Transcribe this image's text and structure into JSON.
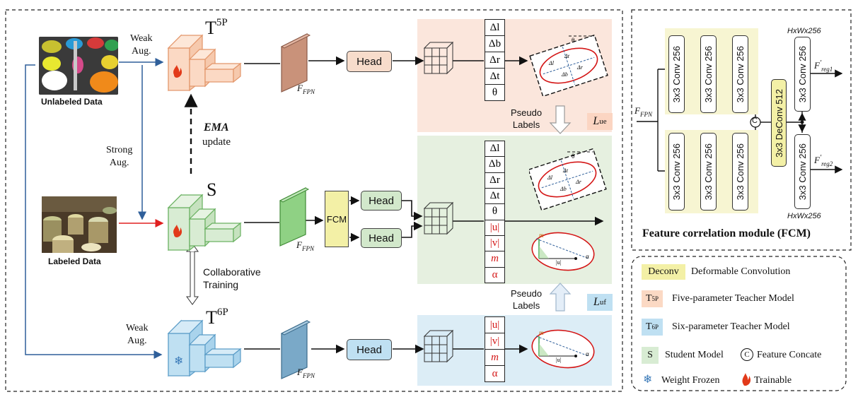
{
  "left": {
    "unlabeled_data": "Unlabeled Data",
    "labeled_data": "Labeled Data",
    "weak_aug_top": [
      "Weak",
      "Aug."
    ],
    "strong_aug": [
      "Strong",
      "Aug."
    ],
    "weak_aug_bottom": [
      "Weak",
      "Aug."
    ],
    "ema": "EMA",
    "ema_update": "update",
    "collab": [
      "Collaborative",
      "Training"
    ],
    "pseudo_labels_top": [
      "Pseudo",
      "Labels"
    ],
    "pseudo_labels_bottom": [
      "Pseudo",
      "Labels"
    ]
  },
  "models": {
    "teacher5p": {
      "base": "T",
      "sup": "5P"
    },
    "student": "S",
    "teacher6p": {
      "base": "T",
      "sup": "6P"
    }
  },
  "fpn_label": {
    "base": "F",
    "sub": "FPN"
  },
  "head_label": "Head",
  "fcm_label": "FCM",
  "losses": {
    "lue": {
      "base": "L",
      "sub": "ue"
    },
    "luf": {
      "base": "L",
      "sub": "uf"
    }
  },
  "params_top": [
    "Δl",
    "Δb",
    "Δr",
    "Δt",
    "θ"
  ],
  "params_mid": [
    "Δl",
    "Δb",
    "Δr",
    "Δt",
    "θ",
    "|u|",
    "|v|",
    "m",
    "α"
  ],
  "params_bottom": [
    "|u|",
    "|v|",
    "m",
    "α"
  ],
  "obb_labels": {
    "theta": "θ",
    "dl": "Δl",
    "dt": "Δt",
    "dr": "Δr",
    "db": "Δb",
    "alpha": "α",
    "m": "m",
    "u": "|u|"
  },
  "fcm_panel": {
    "title": "Feature correlation module (FCM)",
    "input": {
      "base": "F",
      "sub": "FPN"
    },
    "conv": "3x3 Conv 256",
    "deconv": "3x3 DeConv 512",
    "dims": "HxWx256",
    "concat_symbol": "C",
    "out1": {
      "base": "F",
      "prime": "′",
      "sub": "reg1"
    },
    "out2": {
      "base": "F",
      "prime": "′",
      "sub": "reg2"
    }
  },
  "legend": {
    "deconv_tag": "Deconv",
    "deconv_text": "Deformable Convolution",
    "t5p_tag": {
      "base": "T",
      "sup": "5P"
    },
    "t5p_text": "Five-parameter Teacher Model",
    "t6p_tag": {
      "base": "T",
      "sup": "6P"
    },
    "t6p_text": "Six-parameter Teacher Model",
    "s_tag": "S",
    "s_text": "Student Model",
    "concat_symbol": "C",
    "concat_text": "Feature Concate",
    "frozen_text": "Weight Frozen",
    "trainable_text": "Trainable"
  },
  "colors": {
    "teacher5p_fill": "#fbd9c4",
    "teacher5p_stroke": "#e3966a",
    "student_fill": "#d8ecd3",
    "student_stroke": "#68b05f",
    "teacher6p_fill": "#bfe0f2",
    "teacher6p_stroke": "#5a9cc7",
    "fpn_top": "#c9927a",
    "fpn_mid": "#8fd184",
    "fpn_bot": "#7aa9c8",
    "fcm_fill": "#f3f0a6",
    "pink_region": "#fbe6dc",
    "green_region": "#e6f0e0",
    "blue_region": "#dcedf6",
    "red_arrow": "#e02020",
    "blue_line": "#2f5f9a"
  }
}
